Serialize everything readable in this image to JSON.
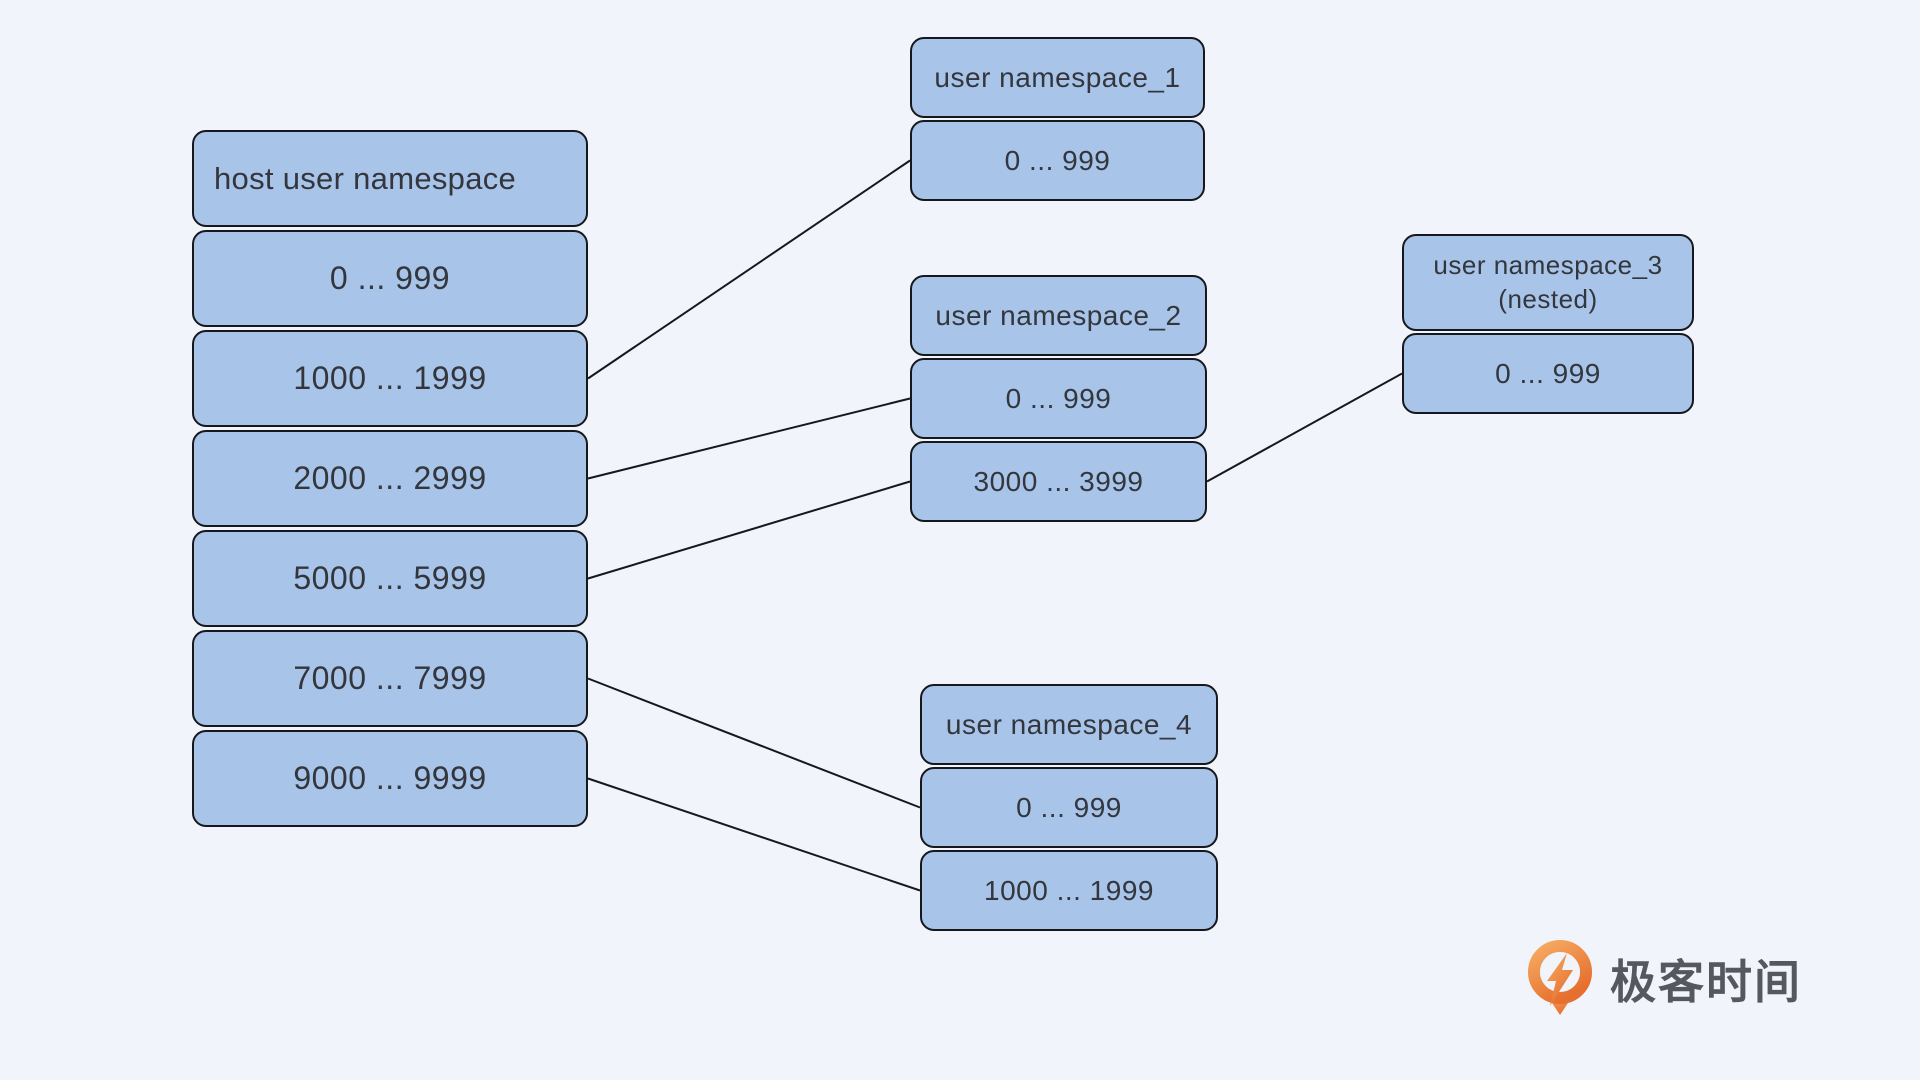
{
  "diagram": {
    "description": "Linux user namespace UID mapping diagram",
    "colors": {
      "background": "#f1f4fa",
      "box_fill": "#a9c4e9",
      "box_border": "#17181c",
      "box_text": "#33363c",
      "edge_line": "#17181c"
    },
    "nodes": {
      "host": {
        "title": "host user namespace",
        "rows": [
          "0 ... 999",
          "1000 ... 1999",
          "2000 ... 2999",
          "5000 ... 5999",
          "7000 ... 7999",
          "9000 ... 9999"
        ]
      },
      "ns1": {
        "title": "user namespace_1",
        "rows": [
          "0 ... 999"
        ]
      },
      "ns2": {
        "title": "user namespace_2",
        "rows": [
          "0 ... 999",
          "3000 ... 3999"
        ]
      },
      "ns3": {
        "title": "user namespace_3",
        "subtitle": "(nested)",
        "rows": [
          "0 ... 999"
        ]
      },
      "ns4": {
        "title": "user namespace_4",
        "rows": [
          "0 ... 999",
          "1000 ... 1999"
        ]
      }
    },
    "edges": [
      {
        "from": "host-row-1",
        "to": "ns1-row-0"
      },
      {
        "from": "host-row-2",
        "to": "ns2-row-0"
      },
      {
        "from": "host-row-3",
        "to": "ns2-row-1"
      },
      {
        "from": "ns2-row-1",
        "to": "ns3-row-0"
      },
      {
        "from": "host-row-4",
        "to": "ns4-row-0"
      },
      {
        "from": "host-row-5",
        "to": "ns4-row-1"
      }
    ]
  },
  "logo": {
    "text": "极客时间",
    "icon": "geektime-pin-icon",
    "icon_orange_light": "#f6ac63",
    "icon_orange_dark": "#e66f2f",
    "text_color": "#55585e"
  }
}
